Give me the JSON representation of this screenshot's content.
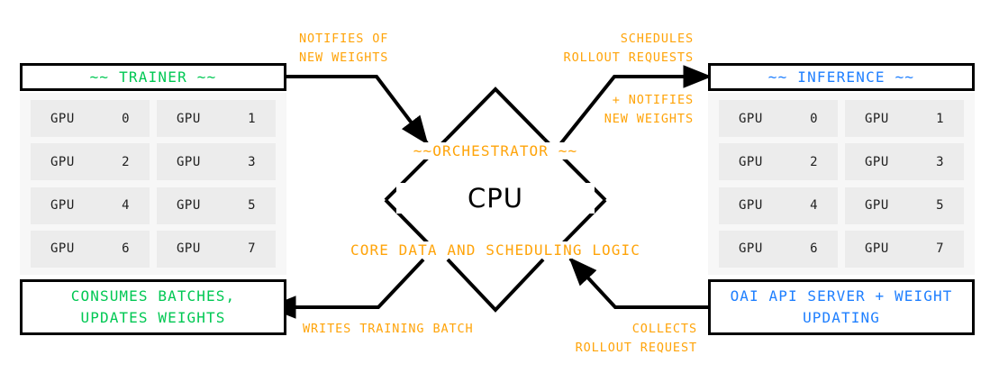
{
  "colors": {
    "green": "#00c853",
    "blue": "#1e7fff",
    "orange": "#ffa40a",
    "black": "#000000",
    "panel_bg": "#f7f7f7",
    "cell_bg": "#ececec"
  },
  "trainer": {
    "header": "~~ TRAINER ~~",
    "gpu_rows": [
      [
        {
          "name": "GPU",
          "index": "0"
        },
        {
          "name": "GPU",
          "index": "1"
        }
      ],
      [
        {
          "name": "GPU",
          "index": "2"
        },
        {
          "name": "GPU",
          "index": "3"
        }
      ],
      [
        {
          "name": "GPU",
          "index": "4"
        },
        {
          "name": "GPU",
          "index": "5"
        }
      ],
      [
        {
          "name": "GPU",
          "index": "6"
        },
        {
          "name": "GPU",
          "index": "7"
        }
      ]
    ],
    "desc_line1": "CONSUMES BATCHES,",
    "desc_line2": "UPDATES WEIGHTS"
  },
  "inference": {
    "header": "~~ INFERENCE ~~",
    "gpu_rows": [
      [
        {
          "name": "GPU",
          "index": "0"
        },
        {
          "name": "GPU",
          "index": "1"
        }
      ],
      [
        {
          "name": "GPU",
          "index": "2"
        },
        {
          "name": "GPU",
          "index": "3"
        }
      ],
      [
        {
          "name": "GPU",
          "index": "4"
        },
        {
          "name": "GPU",
          "index": "5"
        }
      ],
      [
        {
          "name": "GPU",
          "index": "6"
        },
        {
          "name": "GPU",
          "index": "7"
        }
      ]
    ],
    "desc_line1": "OAI API SERVER + WEIGHT",
    "desc_line2": "UPDATING"
  },
  "orchestrator": {
    "title": "~~ORCHESTRATOR ~~",
    "device": "CPU",
    "subtitle": "CORE DATA AND SCHEDULING LOGIC"
  },
  "edges": {
    "notifies_of_new_weights": "NOTIFIES OF\nNEW WEIGHTS",
    "schedules_rollout_requests": "SCHEDULES\nROLLOUT REQUESTS",
    "plus_notifies_new_weights": "+ NOTIFIES\nNEW WEIGHTS",
    "writes_training_batch": "WRITES TRAINING BATCH",
    "collects_rollout_request": "COLLECTS\nROLLOUT REQUEST"
  }
}
